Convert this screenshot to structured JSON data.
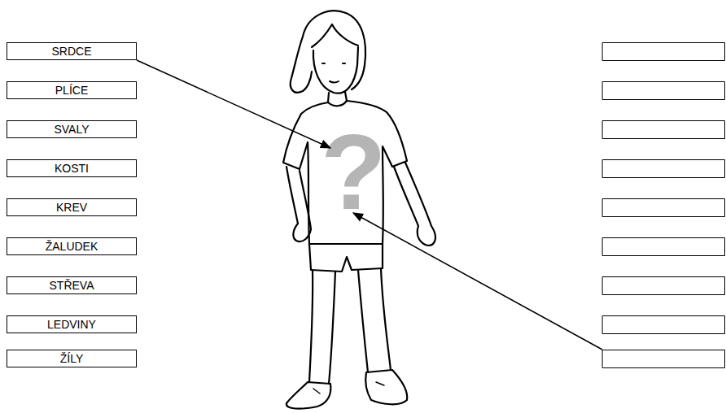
{
  "diagram": {
    "nodes": [
      {
        "text": [
          "SRDCE"
        ]
      },
      {
        "text": [
          "PLÍCE"
        ]
      },
      {
        "text": [
          "SVALY"
        ]
      },
      {
        "text": [
          "KOSTI"
        ]
      },
      {
        "text": [
          "KREV"
        ]
      },
      {
        "text": [
          "ŽALUDEK"
        ]
      },
      {
        "text": [
          "STŘEVA"
        ]
      },
      {
        "text": [
          "LEDVINY"
        ]
      },
      {
        "text": [
          "ŽÍLY"
        ]
      }
    ],
    "labels": [
      "?"
    ]
  }
}
